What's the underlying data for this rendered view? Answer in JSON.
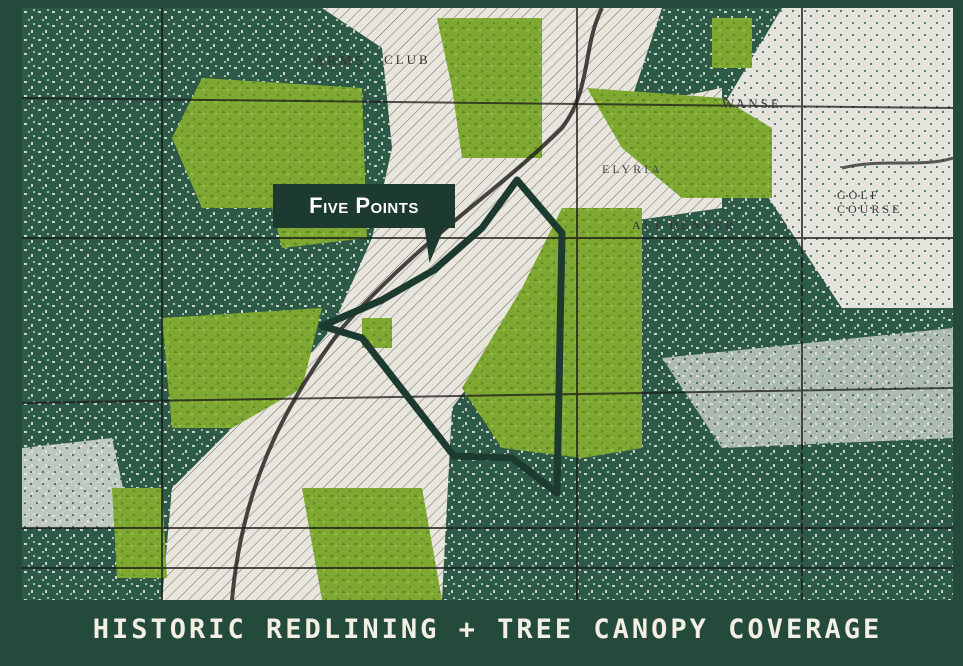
{
  "title": "HISTORIC REDLINING + TREE CANOPY COVERAGE",
  "callout": {
    "label": "Five Points"
  },
  "map_labels": {
    "arms": "ARMS",
    "club": "CLUB",
    "golf_course": "GOLF\nCOURSE",
    "swanse": "WANSE",
    "elyria": "ELYRIA",
    "east_denver": "AST DENVER"
  },
  "colors": {
    "frame": "#244a3c",
    "canopy_dark": "#2d5a46",
    "canopy_bright": "#7ea832",
    "redlined_hatch": "#e7e5dc",
    "boundary": "#1c3a2f",
    "title_text": "#f3efe2"
  }
}
